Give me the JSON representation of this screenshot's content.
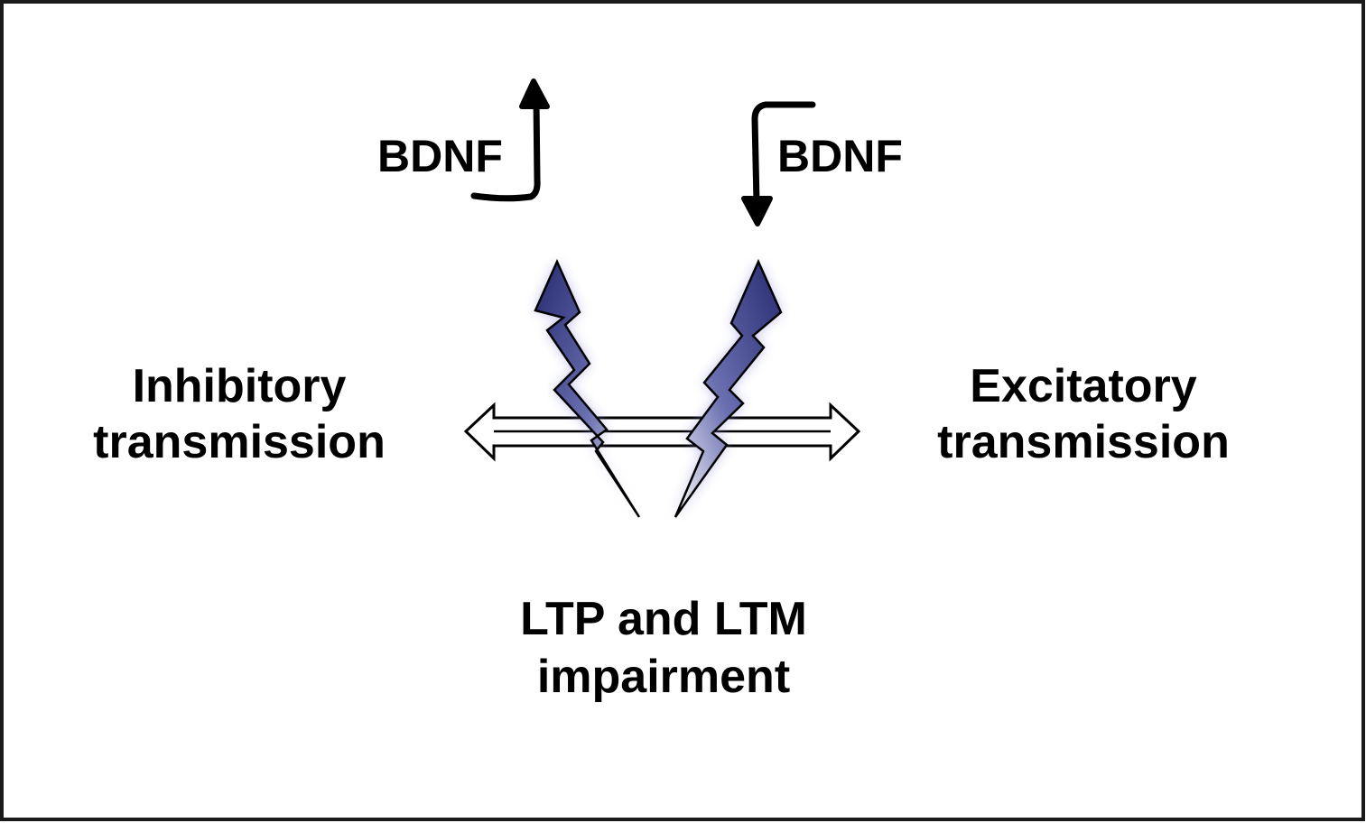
{
  "left_label": {
    "line1": "Inhibitory",
    "line2": "transmission"
  },
  "right_label": {
    "line1": "Excitatory",
    "line2": "transmission"
  },
  "bottom_label": {
    "line1": "LTP and LTM",
    "line2": "impairment"
  },
  "bdnf_left": {
    "text": "BDNF",
    "arrow_direction": "up"
  },
  "bdnf_right": {
    "text": "BDNF",
    "arrow_direction": "down"
  },
  "colors": {
    "bolt_dark": "#2b2f7a",
    "bolt_light": "#ffffff",
    "glow": "#8888dd",
    "border": "#1a1a1a"
  },
  "icons": [
    "up-arrow-icon",
    "down-arrow-icon",
    "double-headed-arrow-icon",
    "lightning-bolt-icon"
  ]
}
